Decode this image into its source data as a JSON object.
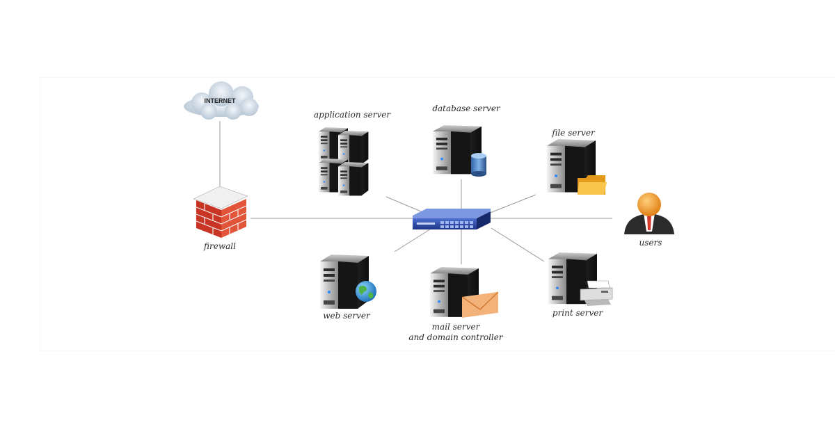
{
  "internet": {
    "label": "INTERNET"
  },
  "firewall": {
    "label": "firewall"
  },
  "application_server": {
    "label": "application server"
  },
  "database_server": {
    "label": "database server"
  },
  "file_server": {
    "label": "file server"
  },
  "users": {
    "label": "users"
  },
  "web_server": {
    "label": "web server"
  },
  "mail_server": {
    "line1": "mail server",
    "line2": "and domain controller"
  },
  "print_server": {
    "label": "print server"
  },
  "colors": {
    "link_line": "#9a9a9a",
    "server_dark": "#1c1c1c",
    "server_light": "#d9d9d9",
    "switch_blue": "#2a4aa8",
    "brick": "#d6402a",
    "folder": "#f2b22c",
    "envelope": "#f0a060",
    "user_head": "#f29a2a",
    "cloud": "#d4dee8"
  }
}
